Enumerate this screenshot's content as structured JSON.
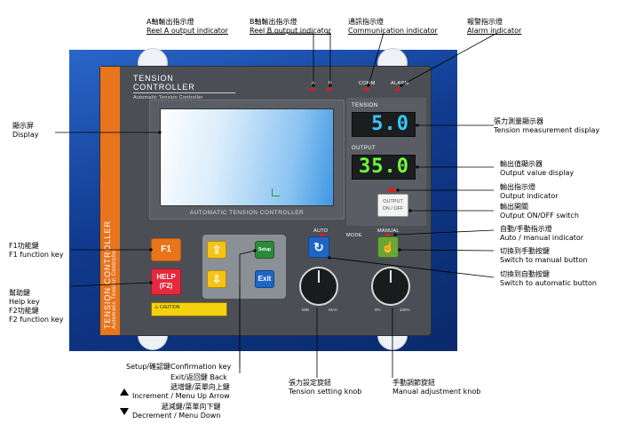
{
  "device": {
    "title": "TENSION CONTROLLER",
    "subtitle": "Automatic Tension Controller",
    "strip_title": "TENSION CONTROLLER",
    "strip_subtitle": "Automatic Tension Controller",
    "led_a": "A",
    "led_b": "B",
    "led_comm": "COMM",
    "led_alarm": "ALARM",
    "lcd_caption": "AUTOMATIC TENSION CONTROLLER",
    "tension_label": "TENSION",
    "tension_value": "5.0",
    "output_label": "OUTPUT",
    "output_value": "35.0",
    "output_btn_line1": "OUTPUT",
    "output_btn_line2": "ON / OFF",
    "f1_label": "F1",
    "help_line1": "HELP",
    "help_line2": "(F2)",
    "setup_label": "Setup",
    "exit_label": "Exit",
    "auto_label": "AUTO",
    "manual_label": "MANUAL",
    "mode_label": "MODE",
    "caution_text": "CAUTION",
    "knob1_min": "MIN",
    "knob1_max": "MAX",
    "knob2_min": "0%",
    "knob2_max": "100%"
  },
  "callouts": {
    "reel_a": {
      "zh": "A軸輸出指示燈",
      "en": "Reel A output indicator"
    },
    "reel_b": {
      "zh": "B軸輸出指示燈",
      "en": "Reel B output indicator"
    },
    "comm": {
      "zh": "通訊指示燈",
      "en": "Communication indicator"
    },
    "alarm": {
      "zh": "報警指示燈",
      "en": "Alarm indicator"
    },
    "display": {
      "zh": "顯示屏",
      "en": "Display"
    },
    "tension_disp": {
      "zh": "張力測量顯示器",
      "en": "Tension measurement display"
    },
    "output_disp": {
      "zh": "輸出值顯示器",
      "en": "Output value display"
    },
    "output_ind": {
      "zh": "輸出指示燈",
      "en": "Output indicator"
    },
    "output_sw": {
      "zh": "輸出開關",
      "en": "Output ON/OFF switch"
    },
    "auto_manual": {
      "zh": "自動/手動指示燈",
      "en": "Auto / manual indicator"
    },
    "to_manual": {
      "zh": "切換到手動按鍵",
      "en": "Switch to manual button"
    },
    "to_auto": {
      "zh": "切換到自動按鍵",
      "en": "Switch to automatic button"
    },
    "f1": {
      "zh": "F1功能鍵",
      "en": "F1 function key"
    },
    "help": {
      "zh": "幫助鍵",
      "en": "Help key",
      "zh2": "F2功能鍵",
      "en2": "F2 function key"
    },
    "setup": "Setup/確認鍵Confirmation key",
    "exit": "Exit/返回鍵 Back",
    "increment_zh": "遞增鍵/菜單向上鍵",
    "increment_en": "Increment / Menu Up Arrow",
    "decrement_zh": "遞減鍵/菜單向下鍵",
    "decrement_en": "Decrement / Menu Down",
    "tension_knob": {
      "zh": "張力設定旋鈕",
      "en": "Tension setting knob"
    },
    "manual_knob": {
      "zh": "手動調節旋鈕",
      "en": "Manual adjustment knob"
    }
  }
}
